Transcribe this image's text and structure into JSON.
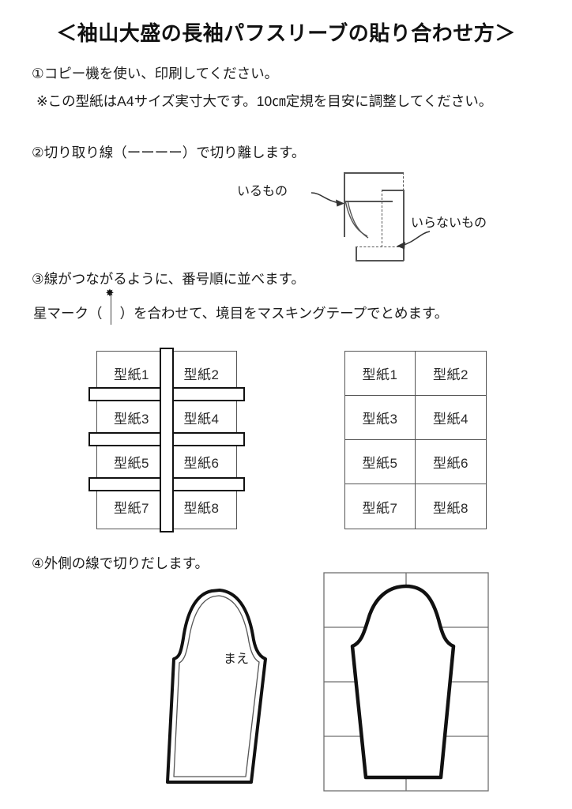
{
  "document": {
    "title": "＜袖山大盛の長袖パフスリーブの貼り合わせ方＞",
    "page_size": "724x1024"
  },
  "steps": [
    {
      "id": "step-1",
      "text": "①コピー機を使い、印刷してください。"
    },
    {
      "id": "step-1-note",
      "text": "※この型紙はA4サイズ実寸大です。10㎝定規を目安に調整してください。"
    },
    {
      "id": "step-2",
      "text": "②切り取り線（ーーーー）で切り離します。"
    },
    {
      "id": "step-3",
      "text": "③線がつながるように、番号順に並べます。"
    },
    {
      "id": "step-3b-before",
      "text": "星マーク（"
    },
    {
      "id": "step-3b-after",
      "text": "）を合わせて、境目をマスキングテープでとめます。"
    },
    {
      "id": "step-4",
      "text": "④外側の線で切りだします。"
    }
  ],
  "cut_diagram": {
    "label_keep": "いるもの",
    "label_discard": "いらないもの"
  },
  "pattern_grid_taped": {
    "name": "型紙グリッド（マスキングテープ付き）",
    "columns": 2,
    "rows": 4,
    "cells": [
      "型紙1",
      "型紙2",
      "型紙3",
      "型紙4",
      "型紙5",
      "型紙6",
      "型紙7",
      "型紙8"
    ],
    "tape_horizontal_count": 3,
    "tape_vertical_count": 1
  },
  "pattern_grid_plain": {
    "name": "型紙グリッド",
    "columns": 2,
    "rows": 4,
    "cells": [
      "型紙1",
      "型紙2",
      "型紙3",
      "型紙4",
      "型紙5",
      "型紙6",
      "型紙7",
      "型紙8"
    ]
  },
  "sleeve_left": {
    "label": "まえ",
    "description": "袖型紙（外側裁断線と内側縫い線）"
  },
  "sleeve_right": {
    "description": "貼り合わせたグリッド上の袖型紙"
  },
  "colors": {
    "ink": "#1a1a1a",
    "line": "#555555",
    "heavy_line": "#111111",
    "paper": "#ffffff"
  },
  "star_symbol": "✸"
}
